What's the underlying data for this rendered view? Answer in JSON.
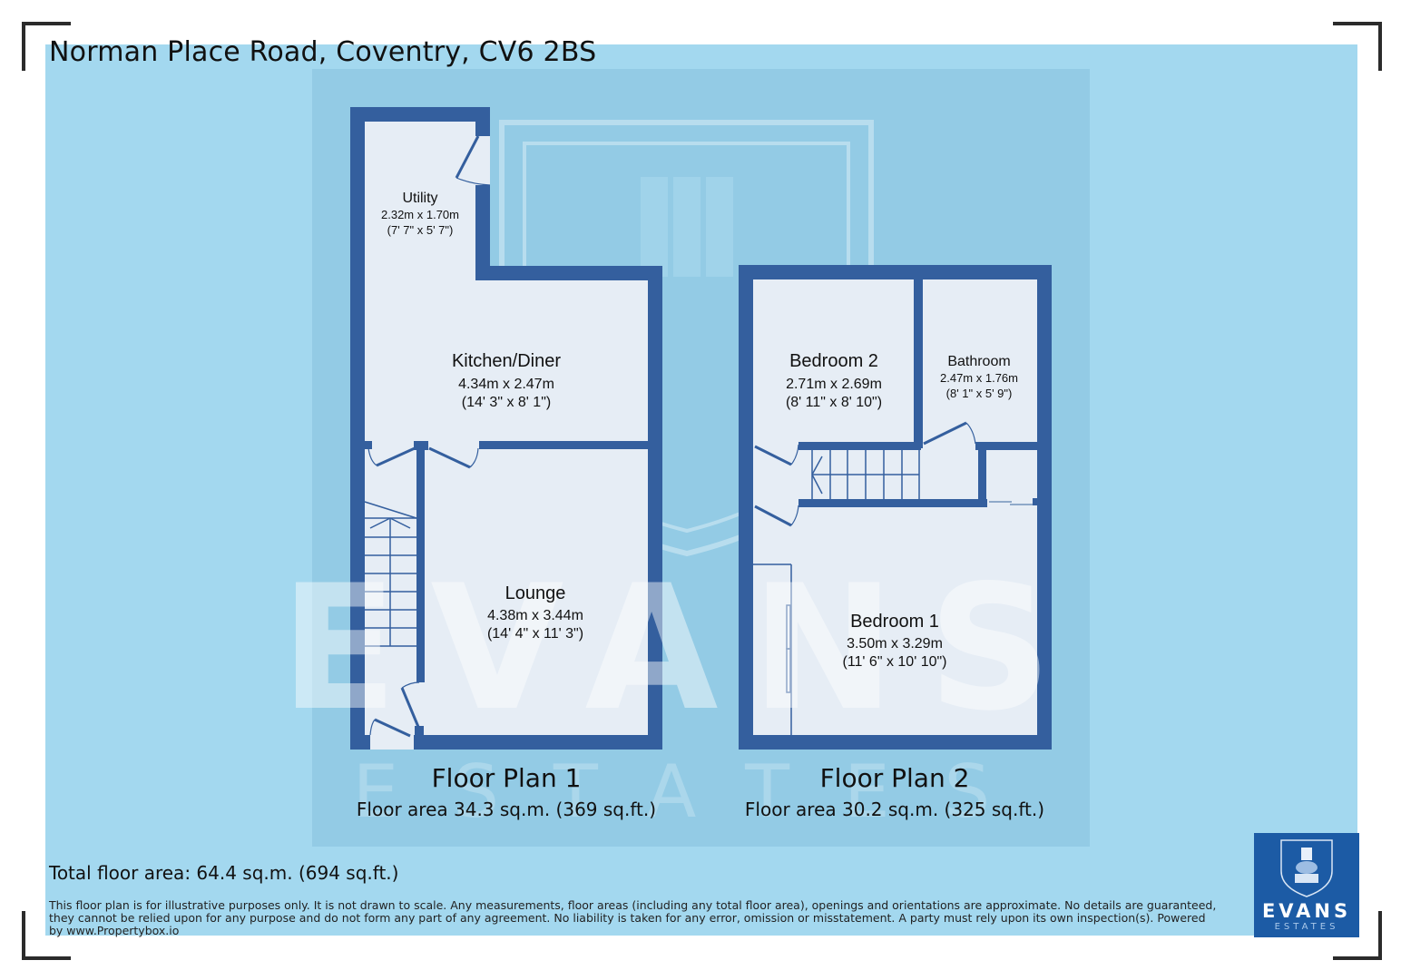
{
  "header": {
    "title": "Norman Place Road, Coventry, CV6 2BS"
  },
  "floor_plans": [
    {
      "title": "Floor Plan 1",
      "area": "Floor area 34.3 sq.m. (369 sq.ft.)",
      "rooms": [
        {
          "name": "Utility",
          "metric": "2.32m x 1.70m",
          "imperial": "(7' 7\" x 5' 7\")"
        },
        {
          "name": "Kitchen/Diner",
          "metric": "4.34m x 2.47m",
          "imperial": "(14' 3\" x 8' 1\")"
        },
        {
          "name": "Lounge",
          "metric": "4.38m x 3.44m",
          "imperial": "(14' 4\" x 11' 3\")"
        }
      ]
    },
    {
      "title": "Floor Plan 2",
      "area": "Floor area 30.2 sq.m. (325 sq.ft.)",
      "rooms": [
        {
          "name": "Bedroom 2",
          "metric": "2.71m x 2.69m",
          "imperial": "(8' 11\" x 8' 10\")"
        },
        {
          "name": "Bathroom",
          "metric": "2.47m x 1.76m",
          "imperial": "(8' 1\" x 5' 9\")"
        },
        {
          "name": "Bedroom 1",
          "metric": "3.50m x 3.29m",
          "imperial": "(11' 6\" x 10' 10\")"
        }
      ]
    }
  ],
  "footer": {
    "total_area": "Total floor area: 64.4 sq.m. (694 sq.ft.)",
    "disclaimer": "This floor plan is for illustrative purposes only. It is not drawn to scale. Any measurements, floor areas (including any total floor area), openings and orientations are approximate. No details are guaranteed, they cannot be relied upon for any purpose and do not form any part of any agreement. No liability is taken for any error, omission or misstatement. A party must rely upon its own inspection(s). Powered by www.Propertybox.io"
  },
  "logo": {
    "name": "EVANS",
    "sub": "ESTATES",
    "icon": "shield-castle-elephant-icon"
  },
  "watermark": {
    "name": "EVANS",
    "sub": "ESTATES"
  },
  "colors": {
    "wall": "#345f9e",
    "floor": "#e6edf5",
    "sheet": "#a3d8ef",
    "panel": "#93cbe5",
    "logo_bg": "#1c5ba5"
  }
}
